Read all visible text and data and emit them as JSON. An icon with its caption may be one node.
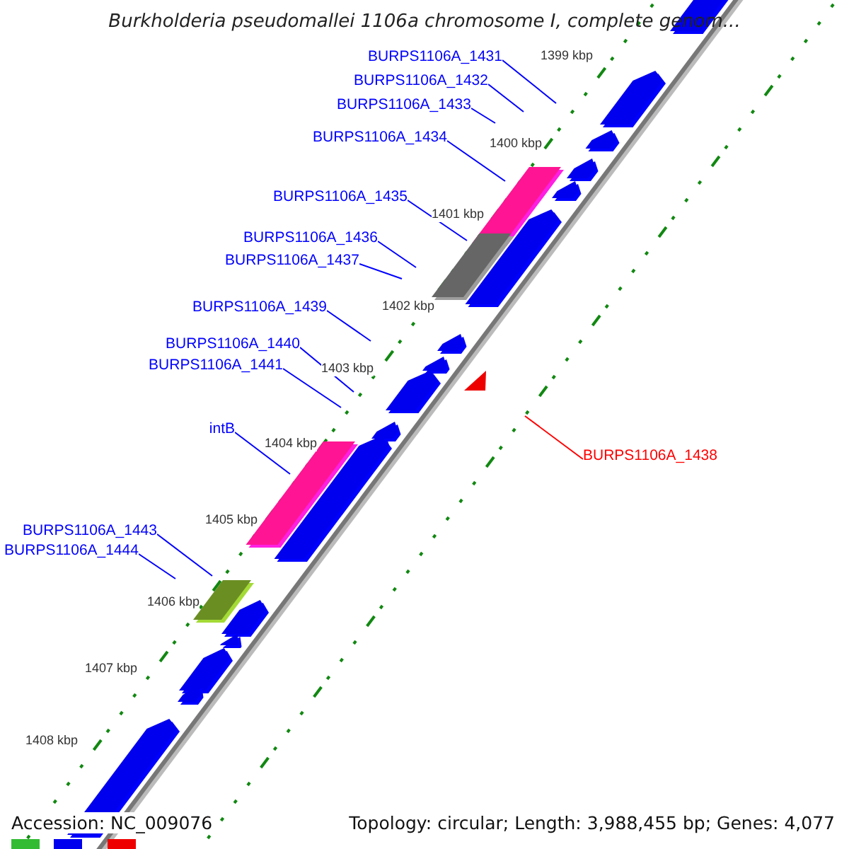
{
  "diagram": {
    "title": "Burkholderia pseudomallei 1106a chromosome I, complete genom...",
    "nodes": [
      {
        "text": [
          "BURPS1106A_1431"
        ]
      },
      {
        "text": [
          "BURPS1106A_1432"
        ]
      },
      {
        "text": [
          "BURPS1106A_1433"
        ]
      },
      {
        "text": [
          "BURPS1106A_1434"
        ]
      },
      {
        "text": [
          "BURPS1106A_1435"
        ]
      },
      {
        "text": [
          "BURPS1106A_1436"
        ]
      },
      {
        "text": [
          "BURPS1106A_1437"
        ]
      },
      {
        "text": [
          "BURPS1106A_1439"
        ]
      },
      {
        "text": [
          "BURPS1106A_1440"
        ]
      },
      {
        "text": [
          "BURPS1106A_1441"
        ]
      },
      {
        "text": [
          "intB"
        ]
      },
      {
        "text": [
          "BURPS1106A_1443"
        ]
      },
      {
        "text": [
          "BURPS1106A_1444"
        ]
      },
      {
        "text": [
          "BURPS1106A_1438"
        ]
      }
    ],
    "edges": [
      {
        "from": 0,
        "to": null,
        "arrow": "none"
      },
      {
        "from": 1,
        "to": null,
        "arrow": "none"
      },
      {
        "from": 2,
        "to": null,
        "arrow": "none"
      },
      {
        "from": 3,
        "to": null,
        "arrow": "none"
      },
      {
        "from": 4,
        "to": null,
        "arrow": "none"
      },
      {
        "from": 5,
        "to": null,
        "arrow": "none"
      },
      {
        "from": 6,
        "to": null,
        "arrow": "none"
      },
      {
        "from": 7,
        "to": null,
        "arrow": "none"
      },
      {
        "from": 8,
        "to": null,
        "arrow": "none"
      },
      {
        "from": 9,
        "to": null,
        "arrow": "none"
      },
      {
        "from": 10,
        "to": null,
        "arrow": "none"
      },
      {
        "from": 11,
        "to": null,
        "arrow": "none"
      },
      {
        "from": 12,
        "to": null,
        "arrow": "none"
      },
      {
        "from": 13,
        "to": null,
        "arrow": "none",
        "color": "#ff0000"
      }
    ],
    "labels": [
      "1399 kbp",
      "1400 kbp",
      "1401 kbp",
      "1402 kbp",
      "1403 kbp",
      "1404 kbp",
      "1405 kbp",
      "1406 kbp",
      "1407 kbp",
      "1408 kbp",
      "Accession: NC_009076",
      "Topology: circular; Length: 3,988,455 bp; Genes: 4,077"
    ]
  }
}
